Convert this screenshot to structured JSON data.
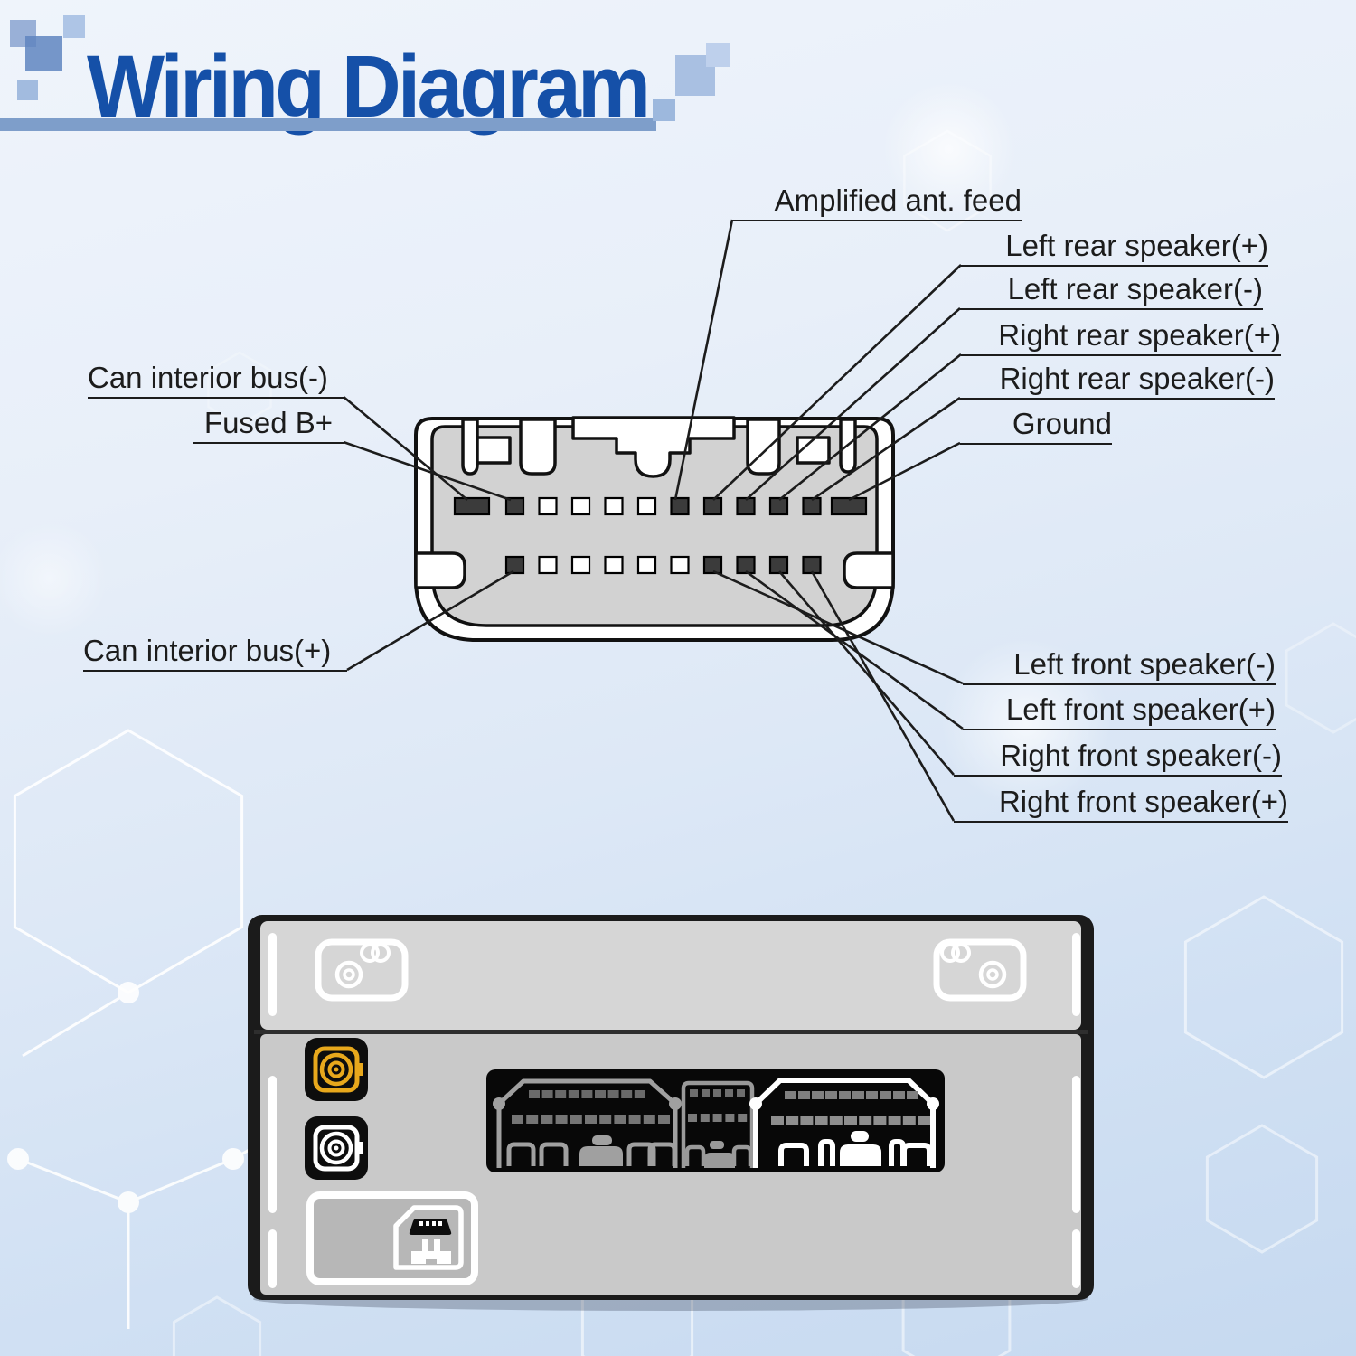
{
  "header": {
    "title": "Wiring Diagram"
  },
  "diagram": {
    "labels": {
      "amplified": "Amplified ant. feed",
      "left_rear_plus": "Left rear speaker(+)",
      "left_rear_minus": "Left rear speaker(-)",
      "right_rear_plus": "Right rear speaker(+)",
      "right_rear_minus": "Right rear speaker(-)",
      "ground": "Ground",
      "can_minus": "Can interior bus(-)",
      "fused_b": "Fused B+",
      "can_plus": "Can interior bus(+)",
      "left_front_minus": "Left front speaker(-)",
      "left_front_plus": "Left front speaker(+)",
      "right_front_minus": "Right front speaker(-)",
      "right_front_plus": "Right front speaker(+)"
    },
    "pin_rows": {
      "top": [
        "dark-wide",
        "dark",
        "light",
        "light",
        "light",
        "light",
        "dark",
        "dark",
        "dark",
        "dark",
        "dark",
        "dark-wide"
      ],
      "bottom": [
        "dark",
        "light",
        "light",
        "light",
        "light",
        "light",
        "dark",
        "dark",
        "dark",
        "dark"
      ]
    },
    "pin_colors": {
      "dark": "#3b3b3b",
      "light": "#ffffff"
    }
  },
  "head_unit": {
    "icons": {
      "left_bracket": "mount-bracket-left-icon",
      "right_bracket": "mount-bracket-right-icon",
      "antenna_yellow": "fakra-antenna-yellow-icon",
      "antenna_white": "fakra-antenna-white-icon",
      "usb": "mini-usb-port-icon",
      "harness": "wiring-harness-socket-icon"
    }
  },
  "colors": {
    "title_blue": "#1550a8",
    "underline_bar": "#7e9eca",
    "leader_line": "#1c1c1c",
    "connector_fill": "#d2d2d2",
    "fakra_yellow": "#e8a81c",
    "unit_body": "#c9c9c9",
    "unit_flange": "#d6d6d6",
    "block_black": "#0a0a0a"
  }
}
